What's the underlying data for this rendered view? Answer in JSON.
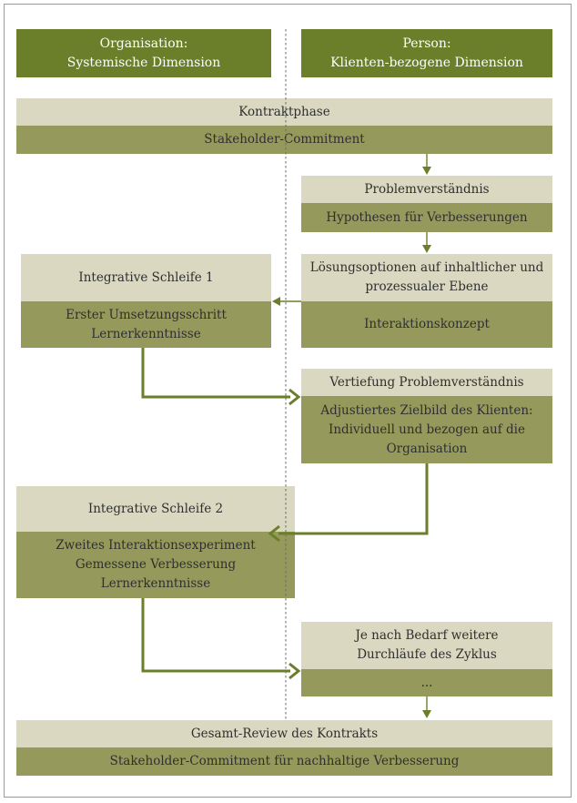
{
  "columns": {
    "organisation": "Organisation:\nSystemische Dimension",
    "person": "Person:\nKlienten-bezogene Dimension"
  },
  "kontrakt": {
    "title": "Kontraktphase",
    "sub": "Stakeholder-Commitment"
  },
  "problem": {
    "title": "Problemverständnis",
    "sub": "Hypothesen für Verbesserungen"
  },
  "loesung": {
    "title": "Lösungsoptionen auf inhaltlicher und\nprozessualer Ebene",
    "sub": "Interaktionskonzept"
  },
  "schleife1": {
    "title": "Integrative Schleife 1",
    "sub": "Erster Umsetzungsschritt\nLernerkenntnisse"
  },
  "vertiefung": {
    "title": "Vertiefung Problemverständnis",
    "sub": "Adjustiertes Zielbild des Klienten:\nIndividuell und bezogen auf die\nOrganisation"
  },
  "schleife2": {
    "title": "Integrative Schleife 2",
    "sub": "Zweites Interaktionsexperiment\nGemessene Verbesserung\nLernerkenntnisse"
  },
  "weitere": {
    "title": "Je nach Bedarf weitere\nDurchläufe des Zyklus",
    "sub": "..."
  },
  "review": {
    "title": "Gesamt-Review des Kontrakts",
    "sub": "Stakeholder-Commitment für nachhaltige Verbesserung"
  }
}
